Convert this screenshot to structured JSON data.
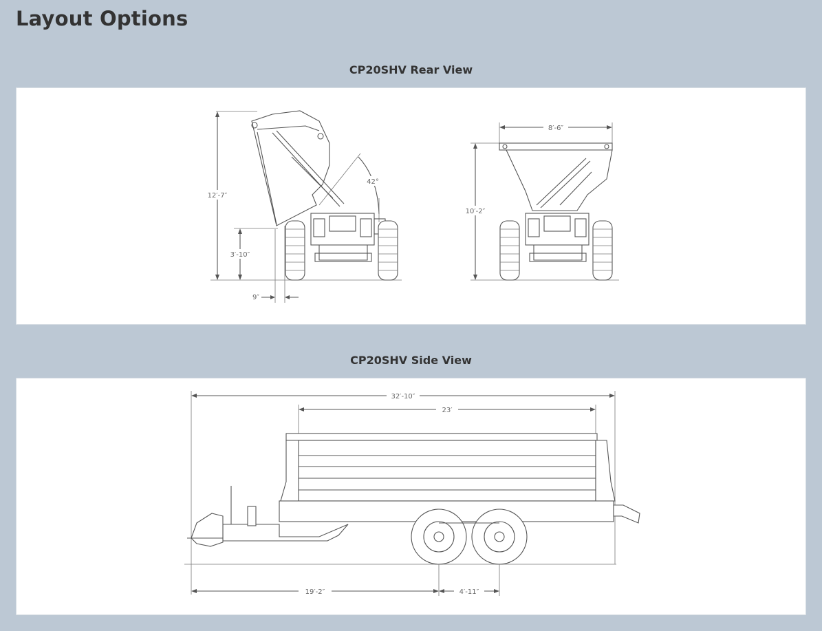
{
  "page": {
    "title": "Layout Options"
  },
  "sections": [
    {
      "title": "CP20SHV Rear View",
      "dimensions": {
        "overall_height": "12′-7″",
        "dump_height": "3′-10″",
        "overhang": "9″",
        "tilt_angle": "42°",
        "width": "8′-6″",
        "body_height": "10′-2″"
      }
    },
    {
      "title": "CP20SHV Side View",
      "dimensions": {
        "overall_length": "32′-10″",
        "body_length": "23′",
        "hitch_to_axle": "19′-2″",
        "axle_spacing": "4′-11″"
      }
    }
  ]
}
